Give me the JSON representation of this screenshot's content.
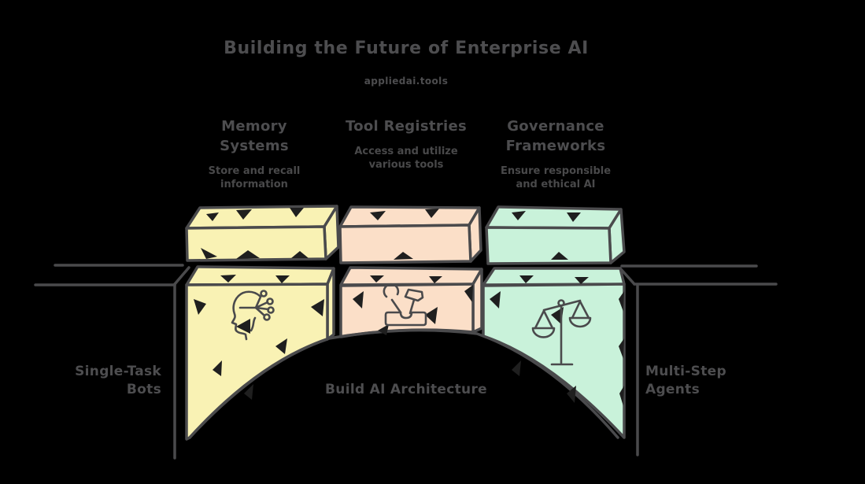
{
  "colors": {
    "background": "#000000",
    "outline": "#4a4a4c",
    "text": "#4d4d4f",
    "sketch": "#1f1f1f"
  },
  "title": {
    "text": "Building the Future of Enterprise AI",
    "subtitle": "appliedai.tools"
  },
  "pillars": [
    {
      "name": "Memory Systems",
      "heading": "Memory\nSystems",
      "description": "Store and recall\ninformation",
      "fill": "#f9f2b4",
      "icon": "head-network-icon"
    },
    {
      "name": "Tool Registries",
      "heading": "Tool Registries",
      "description": "Access and utilize\nvarious tools",
      "fill": "#fbdfc8",
      "icon": "toolbox-icon"
    },
    {
      "name": "Governance Frameworks",
      "heading": "Governance\nFrameworks",
      "description": "Ensure responsible\nand ethical AI",
      "fill": "#c9f2da",
      "icon": "scales-icon"
    }
  ],
  "bridge_labels": {
    "left": "Single-Task\nBots",
    "center": "Build AI Architecture",
    "right": "Multi-Step\nAgents"
  }
}
